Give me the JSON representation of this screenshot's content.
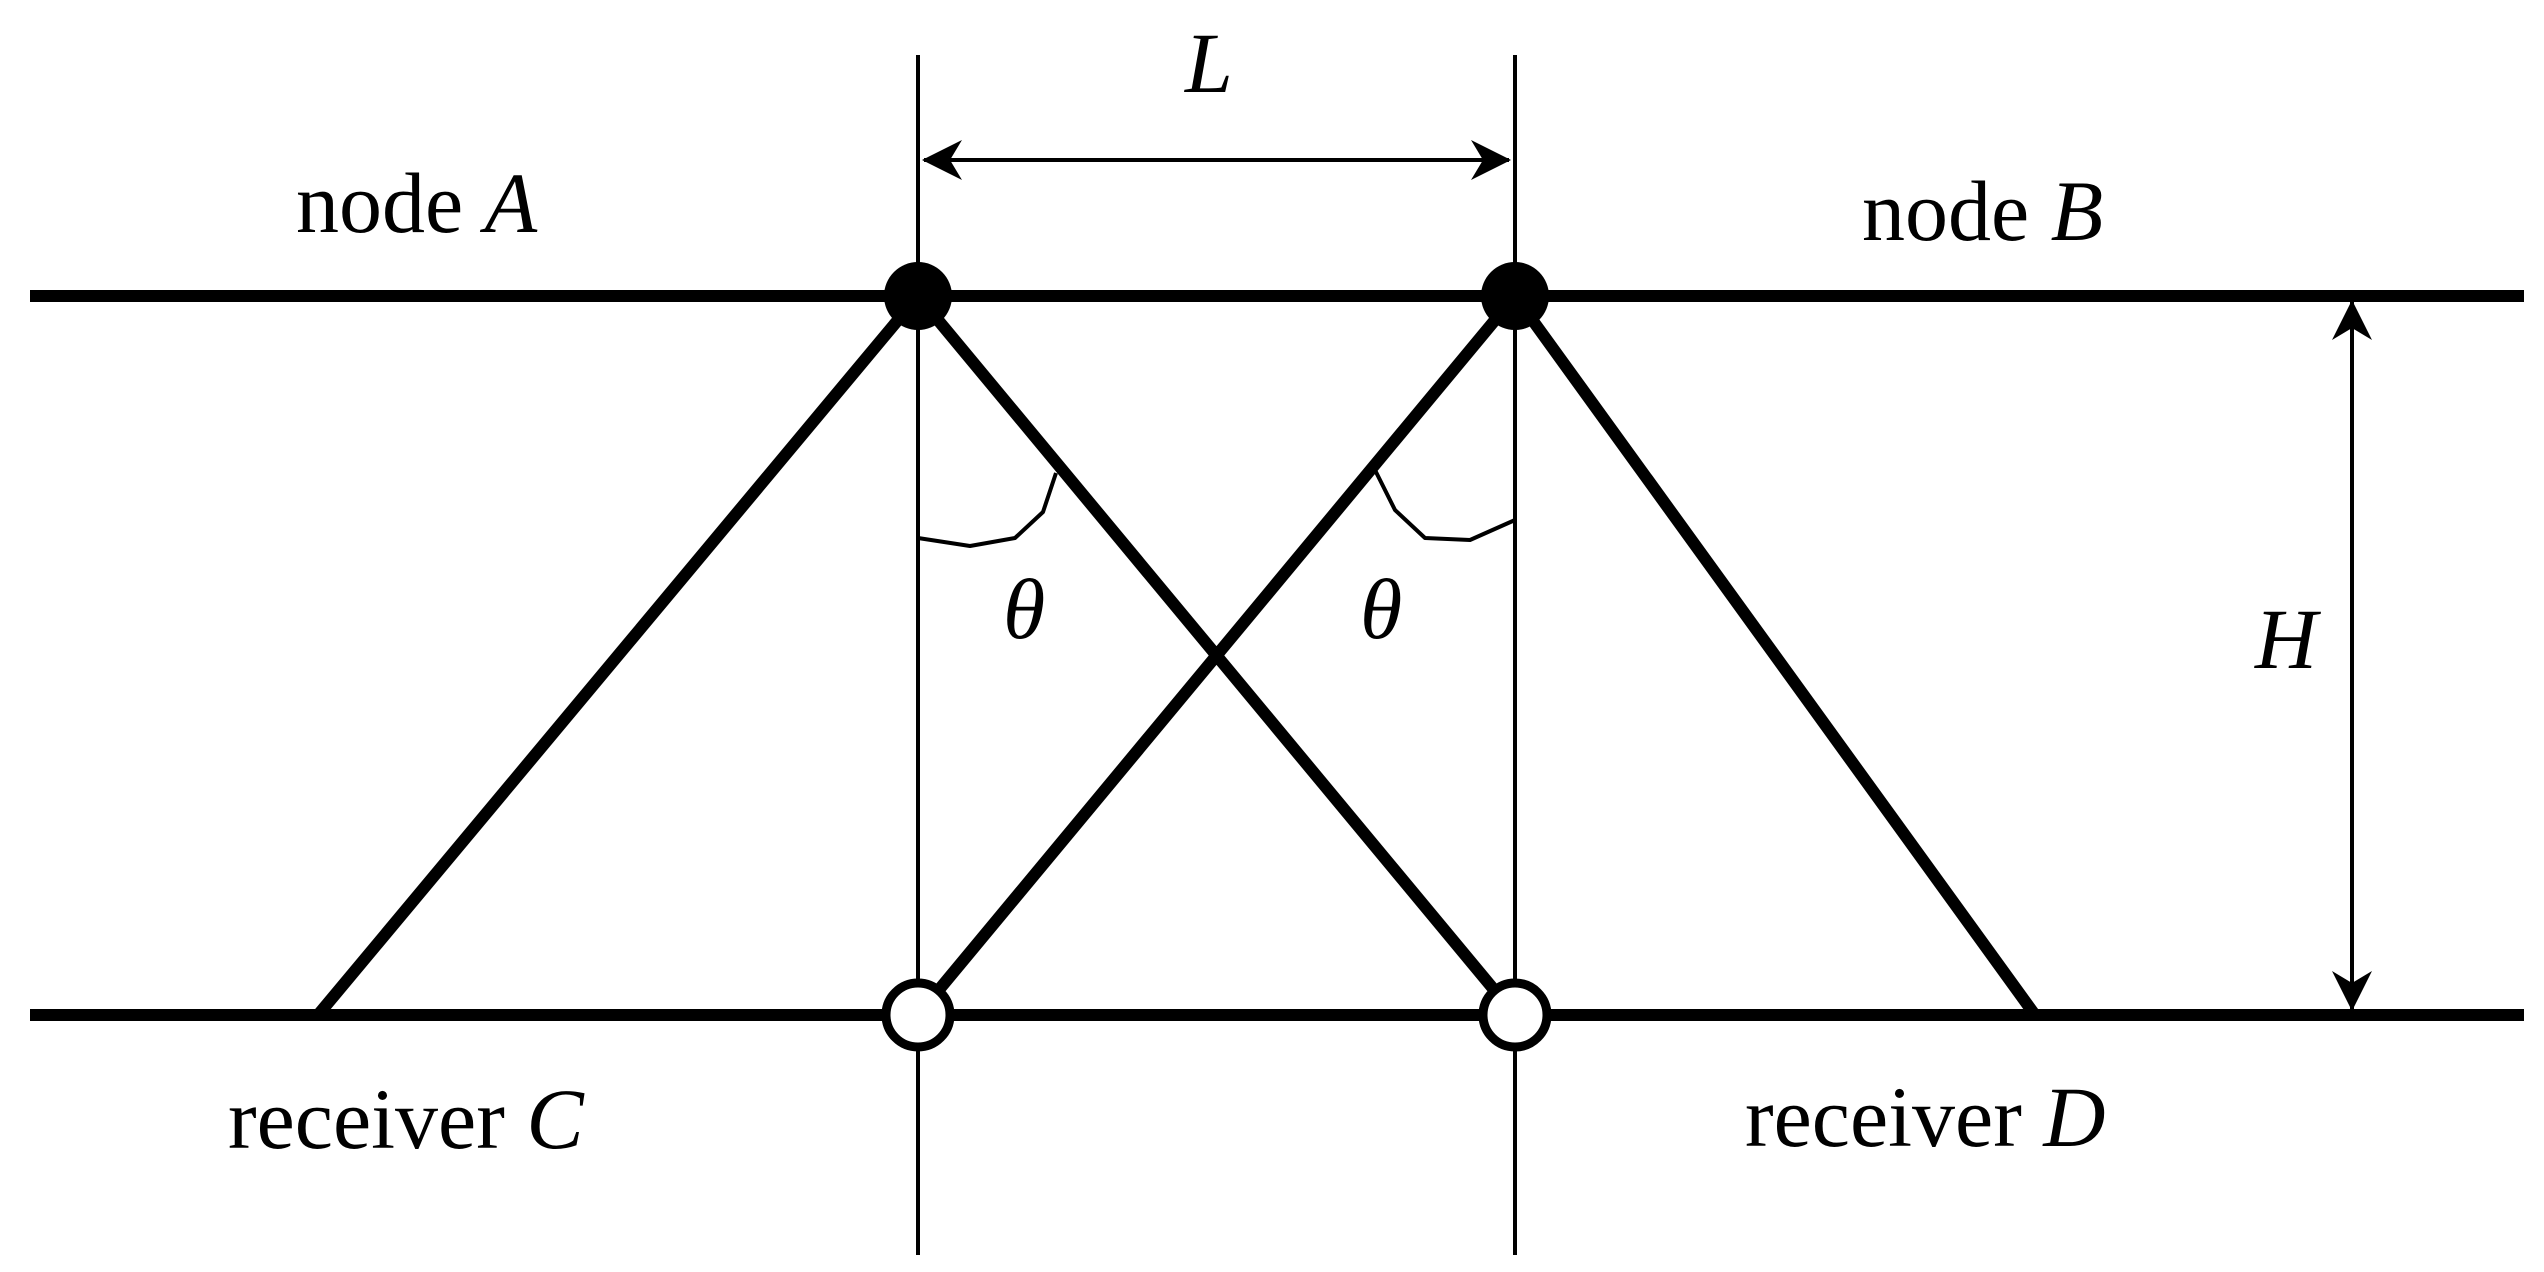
{
  "labels": {
    "node_a_prefix": "node",
    "node_a_var": "A",
    "node_b_prefix": "node",
    "node_b_var": "B",
    "receiver_c_prefix": "receiver",
    "receiver_c_var": "C",
    "receiver_d_prefix": "receiver",
    "receiver_d_var": "D",
    "spacing": "L",
    "height": "H",
    "angle_left": "θ",
    "angle_right": "θ"
  },
  "colors": {
    "stroke": "#000000",
    "background": "#ffffff",
    "receiver_fill": "#ffffff",
    "node_fill": "#000000"
  }
}
